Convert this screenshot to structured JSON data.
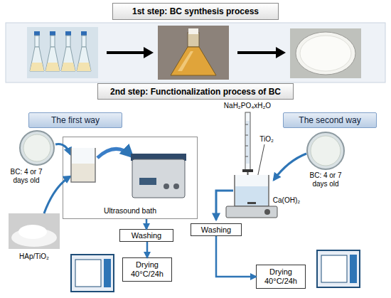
{
  "diagram": {
    "nodes": [
      {
        "text": [
          "1st step: BC synthesis process"
        ]
      },
      {
        "text": [
          "2nd step: Functionalization process of BC"
        ]
      },
      {
        "text": [
          "The first way"
        ]
      },
      {
        "text": [
          "The second way"
        ]
      },
      {
        "text": [
          "Ultrasound bath"
        ]
      },
      {
        "text": [
          "Washing"
        ]
      },
      {
        "text": [
          "Drying 40°C/24h"
        ]
      },
      {
        "text": [
          "Washing"
        ]
      },
      {
        "text": [
          "Drying 40°C/24h"
        ]
      }
    ],
    "edges": [
      {
        "from": 4,
        "to": 5,
        "arrow": "to"
      },
      {
        "from": 5,
        "to": 6,
        "arrow": "to"
      },
      {
        "from": 7,
        "to": 8,
        "arrow": "to"
      }
    ],
    "labels": [
      "BC: 4 or 7 days old",
      "HAp/TiO₂",
      "NaH₂PO₄xH₂O",
      "TiO₂",
      "BC: 4 or 7 days old",
      "Ca(OH)₂"
    ]
  }
}
